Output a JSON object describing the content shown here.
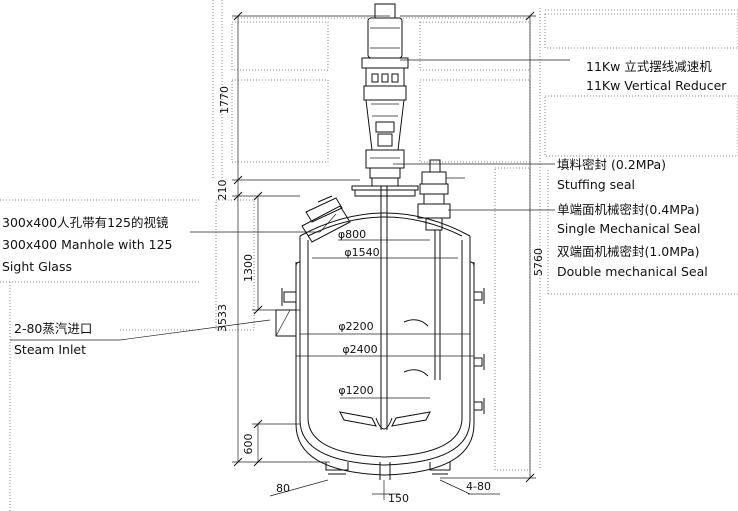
{
  "labels": {
    "reducer_cn": "11Kw 立式摆线减速机",
    "reducer_en": "11Kw Vertical Reducer",
    "stuffing_cn": "填料密封 (0.2MPa)",
    "stuffing_en": "Stuffing seal",
    "single_cn": "单端面机械密封(0.4MPa)",
    "single_en": "Single Mechanical Seal",
    "double_cn": "双端面机械密封(1.0MPa)",
    "double_en": "Double mechanical Seal",
    "manhole_cn": "300x400人孔带有125的视镜",
    "manhole_en1": "300x400 Manhole with 125",
    "manhole_en2": "Sight Glass",
    "steam_cn": "2-80蒸汽进口",
    "steam_en": "Steam Inlet"
  },
  "dims": {
    "h1770": "1770",
    "h210": "210",
    "h1300": "1300",
    "h3533": "3533",
    "h600": "600",
    "h5760": "5760",
    "d800": "φ800",
    "d1540": "φ1540",
    "d2200": "φ2200",
    "d2400": "φ2400",
    "d1200": "φ1200",
    "n80": "80",
    "n150": "150",
    "n4_80": "4-80"
  }
}
